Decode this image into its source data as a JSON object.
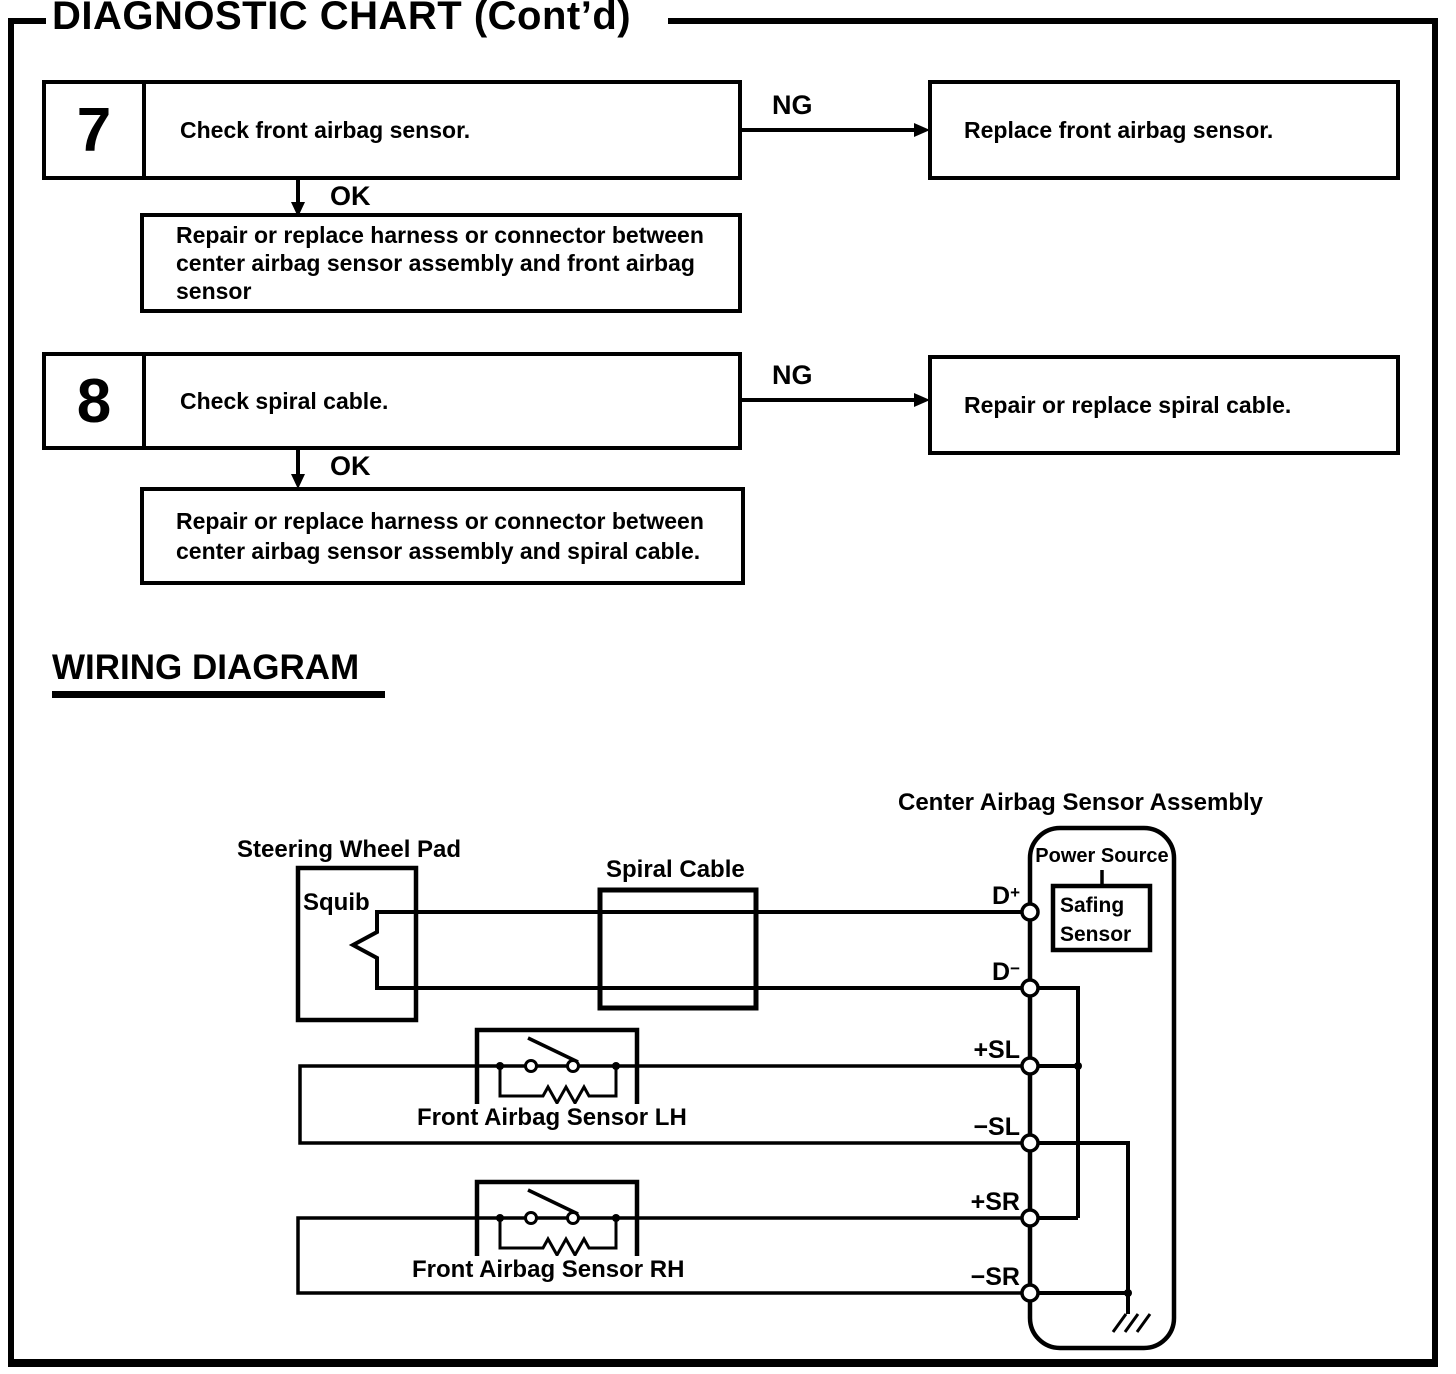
{
  "page": {
    "title": "DIAGNOSTIC CHART (Cont’d)"
  },
  "flowchart": {
    "steps": [
      {
        "number": "7",
        "text": "Check front airbag sensor.",
        "ng_label": "NG",
        "ok_label": "OK",
        "ng_result": "Replace front airbag sensor.",
        "ok_result": "Repair or replace harness or connector between\ncenter airbag sensor assembly and front airbag\nsensor"
      },
      {
        "number": "8",
        "text": "Check spiral cable.",
        "ng_label": "NG",
        "ok_label": "OK",
        "ng_result": "Repair or replace spiral cable.",
        "ok_result": "Repair or replace harness or connector between\ncenter airbag sensor assembly and spiral cable."
      }
    ]
  },
  "wiring": {
    "heading": "WIRING DIAGRAM",
    "labels": {
      "center_assembly": "Center Airbag Sensor Assembly",
      "steering_wheel_pad": "Steering Wheel Pad",
      "squib": "Squib",
      "spiral_cable": "Spiral Cable",
      "power_source": "Power Source",
      "safing_sensor": "Safing\nSensor",
      "front_sensor_lh": "Front Airbag Sensor LH",
      "front_sensor_rh": "Front Airbag Sensor RH"
    },
    "terminals": [
      {
        "main": "D",
        "sup": "+"
      },
      {
        "main": "D",
        "sup": "−"
      },
      {
        "main": "+SL",
        "sup": ""
      },
      {
        "main": "−SL",
        "sup": ""
      },
      {
        "main": "+SR",
        "sup": ""
      },
      {
        "main": "−SR",
        "sup": ""
      }
    ]
  },
  "colors": {
    "ink": "#000000",
    "paper": "#ffffff"
  }
}
